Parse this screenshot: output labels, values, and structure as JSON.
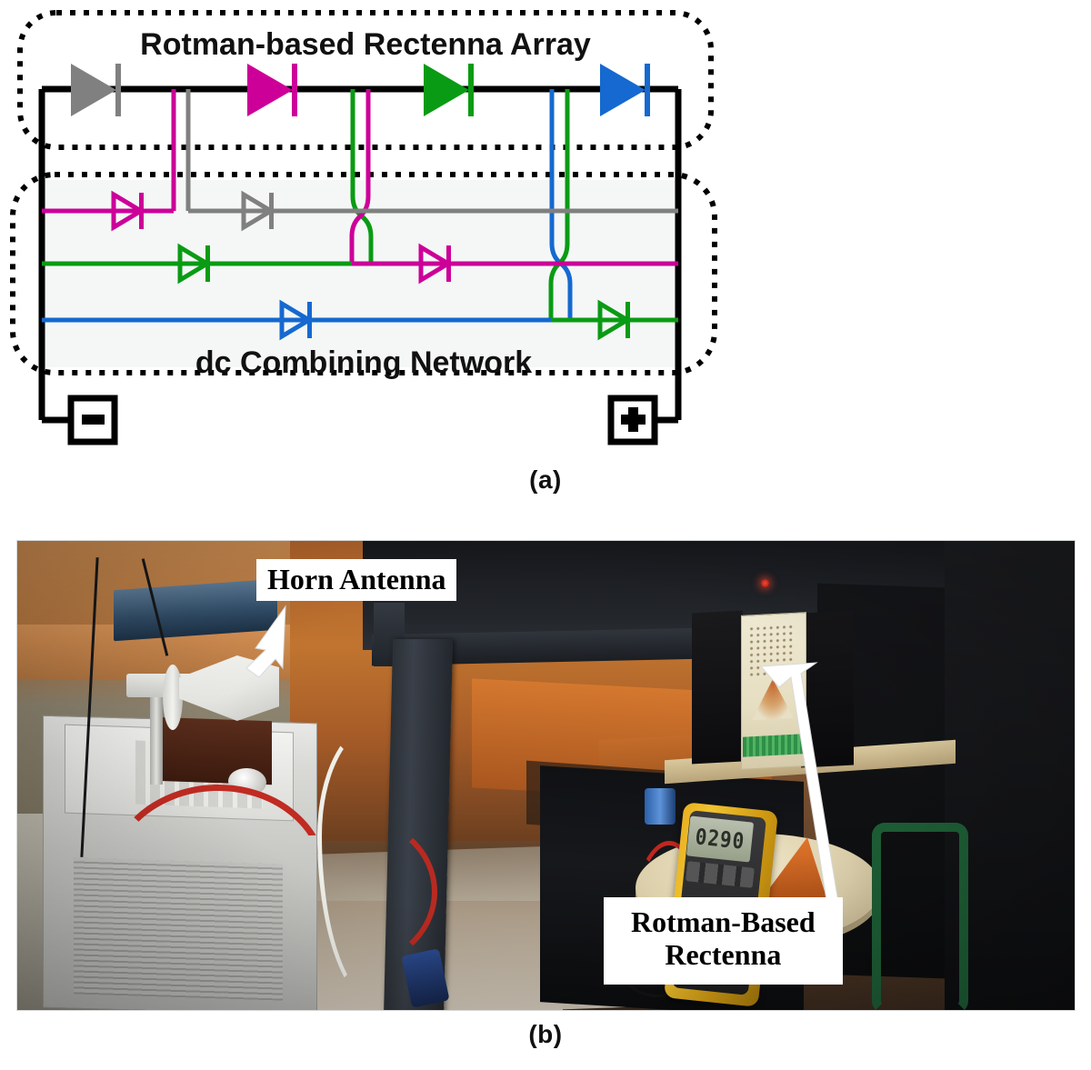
{
  "figure": {
    "panel_a_caption": "(a)",
    "panel_b_caption": "(b)"
  },
  "schematic": {
    "title_top": "Rotman-based Rectenna Array",
    "title_bottom": "dc Combining Network",
    "terminal_negative": "–",
    "terminal_positive": "+",
    "colors": {
      "gray": "#808080",
      "magenta": "#CC0099",
      "green": "#0A9B14",
      "blue": "#1569D0",
      "black": "#000000",
      "panel_fill": "#F4F7F6"
    },
    "rectenna_diodes": [
      {
        "name": "rectenna-diode-1",
        "color": "#808080"
      },
      {
        "name": "rectenna-diode-2",
        "color": "#CC0099"
      },
      {
        "name": "rectenna-diode-3",
        "color": "#0A9B14"
      },
      {
        "name": "rectenna-diode-4",
        "color": "#1569D0"
      }
    ],
    "combiner_diodes": [
      {
        "name": "combiner-diode-magenta-left",
        "color": "#CC0099"
      },
      {
        "name": "combiner-diode-gray",
        "color": "#808080"
      },
      {
        "name": "combiner-diode-green-left",
        "color": "#0A9B14"
      },
      {
        "name": "combiner-diode-magenta-right",
        "color": "#CC0099"
      },
      {
        "name": "combiner-diode-blue",
        "color": "#1569D0"
      },
      {
        "name": "combiner-diode-green-right",
        "color": "#0A9B14"
      }
    ],
    "combiner_rails": [
      {
        "name": "rail-magenta",
        "color": "#CC0099"
      },
      {
        "name": "rail-gray",
        "color": "#808080"
      },
      {
        "name": "rail-green",
        "color": "#0A9B14"
      },
      {
        "name": "rail-blue",
        "color": "#1569D0"
      }
    ]
  },
  "photo": {
    "label_horn_antenna": "Horn Antenna",
    "label_rectenna": "Rotman-Based\nRectenna",
    "multimeter_reading": "0290"
  }
}
